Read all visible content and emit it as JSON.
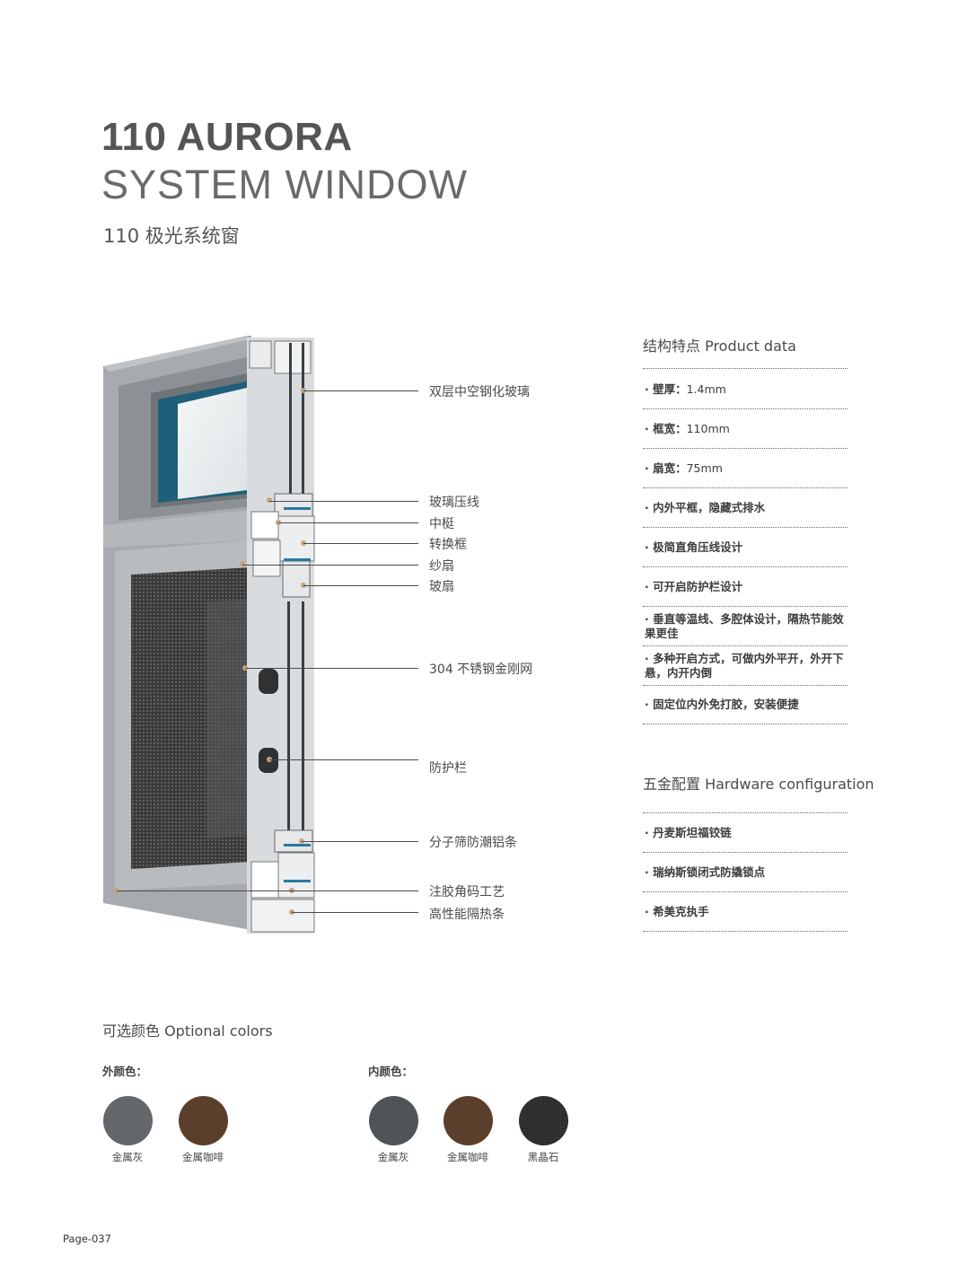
{
  "header": {
    "title_line1": "110 AURORA",
    "title_line2": "SYSTEM WINDOW",
    "title_cn": "110 极光系统窗"
  },
  "callouts": [
    "双层中空钢化玻璃",
    "玻璃压线",
    "中梃",
    "转换框",
    "纱扇",
    "玻扇",
    "304 不锈钢金刚网",
    "防护栏",
    "分子筛防潮铝条",
    "注胶角码工艺",
    "高性能隔热条"
  ],
  "product_data": {
    "title": "结构特点 Product data",
    "items": [
      {
        "label": "· 壁厚：",
        "value": "1.4mm"
      },
      {
        "label": "· 框宽：",
        "value": "110mm"
      },
      {
        "label": "· 扇宽：",
        "value": "75mm"
      },
      {
        "label": "· 内外平框，隐藏式排水",
        "value": ""
      },
      {
        "label": "· 极简直角压线设计",
        "value": ""
      },
      {
        "label": "· 可开启防护栏设计",
        "value": ""
      },
      {
        "label": "· 垂直等温线、多腔体设计，隔热节能效果更佳",
        "value": ""
      },
      {
        "label": "· 多种开启方式，可做内外平开，外开下悬，内开内倒",
        "value": ""
      },
      {
        "label": "· 固定位内外免打胶，安装便捷",
        "value": ""
      }
    ]
  },
  "hardware": {
    "title": "五金配置 Hardware configuration",
    "items": [
      "· 丹麦斯坦福铰链",
      "· 瑞纳斯锁闭式防撬锁点",
      "· 希美克执手"
    ]
  },
  "colors": {
    "title": "可选颜色  Optional colors",
    "outer_label": "外颜色：",
    "inner_label": "内颜色：",
    "outer": [
      {
        "name": "金属灰",
        "hex": "#63666a"
      },
      {
        "name": "金属咖啡",
        "hex": "#5a3f2c"
      }
    ],
    "inner": [
      {
        "name": "金属灰",
        "hex": "#4f5456"
      },
      {
        "name": "金属咖啡",
        "hex": "#5a3f2c"
      },
      {
        "name": "黑晶石",
        "hex": "#2b2b2b"
      }
    ]
  },
  "footer": {
    "page": "Page-037"
  }
}
